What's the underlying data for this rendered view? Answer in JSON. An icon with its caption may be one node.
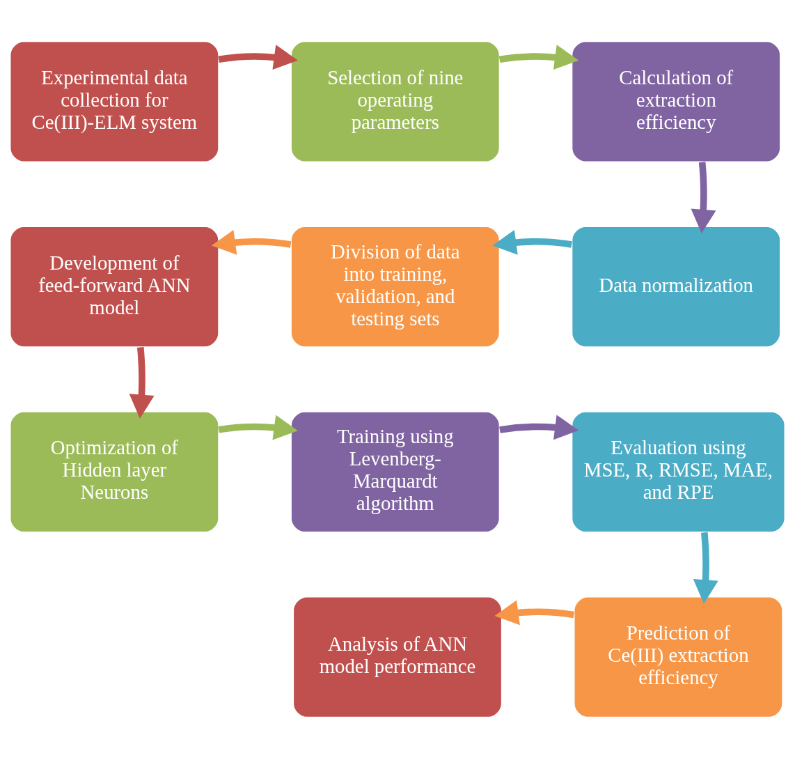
{
  "diagram": {
    "nodes": [
      {
        "text": [
          "Experimental data collection for Ce(III)-ELM system"
        ]
      },
      {
        "text": [
          "Selection of nine operating parameters"
        ]
      },
      {
        "text": [
          "Calculation of extraction efficiency"
        ]
      },
      {
        "text": [
          "Data normalization"
        ]
      },
      {
        "text": [
          "Division of data into training, validation, and testing sets"
        ]
      },
      {
        "text": [
          "Development of feed-forward ANN model"
        ]
      },
      {
        "text": [
          "Optimization of Hidden layer Neurons"
        ]
      },
      {
        "text": [
          "Training using Levenberg-Marquardt algorithm"
        ]
      },
      {
        "text": [
          "Evaluation using MSE, R, RMSE, MAE, and RPE"
        ]
      },
      {
        "text": [
          "Prediction of Ce(III) extraction efficiency"
        ]
      },
      {
        "text": [
          "Analysis of ANN model performance"
        ]
      }
    ],
    "edges": [
      {
        "from": 0,
        "to": 1,
        "arrow": "to",
        "color": "#c0504d"
      },
      {
        "from": 1,
        "to": 2,
        "arrow": "to",
        "color": "#9bbb59"
      },
      {
        "from": 2,
        "to": 3,
        "arrow": "to",
        "color": "#8064a2"
      },
      {
        "from": 3,
        "to": 4,
        "arrow": "to",
        "color": "#4bacc6"
      },
      {
        "from": 4,
        "to": 5,
        "arrow": "to",
        "color": "#f79646"
      },
      {
        "from": 5,
        "to": 6,
        "arrow": "to",
        "color": "#c0504d"
      },
      {
        "from": 6,
        "to": 7,
        "arrow": "to",
        "color": "#9bbb59"
      },
      {
        "from": 7,
        "to": 8,
        "arrow": "to",
        "color": "#8064a2"
      },
      {
        "from": 8,
        "to": 9,
        "arrow": "to",
        "color": "#4bacc6"
      },
      {
        "from": 9,
        "to": 10,
        "arrow": "to",
        "color": "#f79646"
      }
    ]
  }
}
